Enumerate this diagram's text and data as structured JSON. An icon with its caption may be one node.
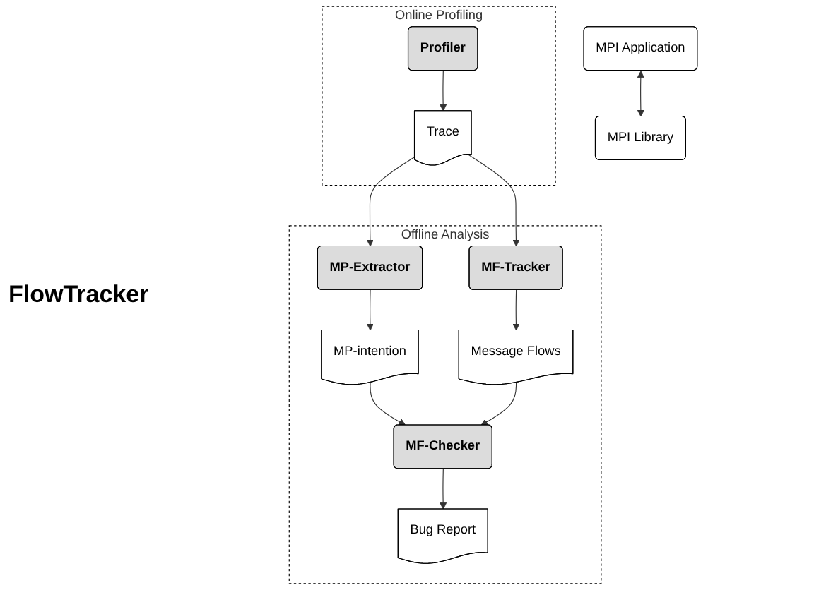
{
  "diagram": {
    "nodes": [
      {
        "text": [
          "MPI Application"
        ]
      },
      {
        "text": [
          "MPI Library"
        ]
      },
      {
        "text": [
          "Online Profiling"
        ]
      },
      {
        "text": [
          "Profiler"
        ],
        "in": 2
      },
      {
        "text": [
          "Trace"
        ],
        "in": 2
      },
      {
        "text": [
          "Offline Analysis"
        ]
      },
      {
        "text": [
          "MP-Extractor"
        ],
        "in": 5
      },
      {
        "text": [
          "MF-Tracker"
        ],
        "in": 5
      },
      {
        "text": [
          "MP-intention"
        ],
        "in": 5
      },
      {
        "text": [
          "Message Flows"
        ],
        "in": 5
      },
      {
        "text": [
          "MF-Checker"
        ],
        "in": 5
      },
      {
        "text": [
          "Bug Report"
        ],
        "in": 5
      }
    ],
    "edges": [
      {
        "from": 0,
        "to": 1,
        "arrow": "both"
      },
      {
        "from": 3,
        "to": 4,
        "arrow": "to"
      },
      {
        "from": 4,
        "to": 6,
        "arrow": "to"
      },
      {
        "from": 4,
        "to": 7,
        "arrow": "to"
      },
      {
        "from": 6,
        "to": 8,
        "arrow": "to"
      },
      {
        "from": 7,
        "to": 9,
        "arrow": "to"
      },
      {
        "from": 8,
        "to": 10,
        "arrow": "to"
      },
      {
        "from": 9,
        "to": 10,
        "arrow": "to"
      },
      {
        "from": 10,
        "to": 11,
        "arrow": "to"
      }
    ],
    "labels": [
      "FlowTracker"
    ]
  }
}
